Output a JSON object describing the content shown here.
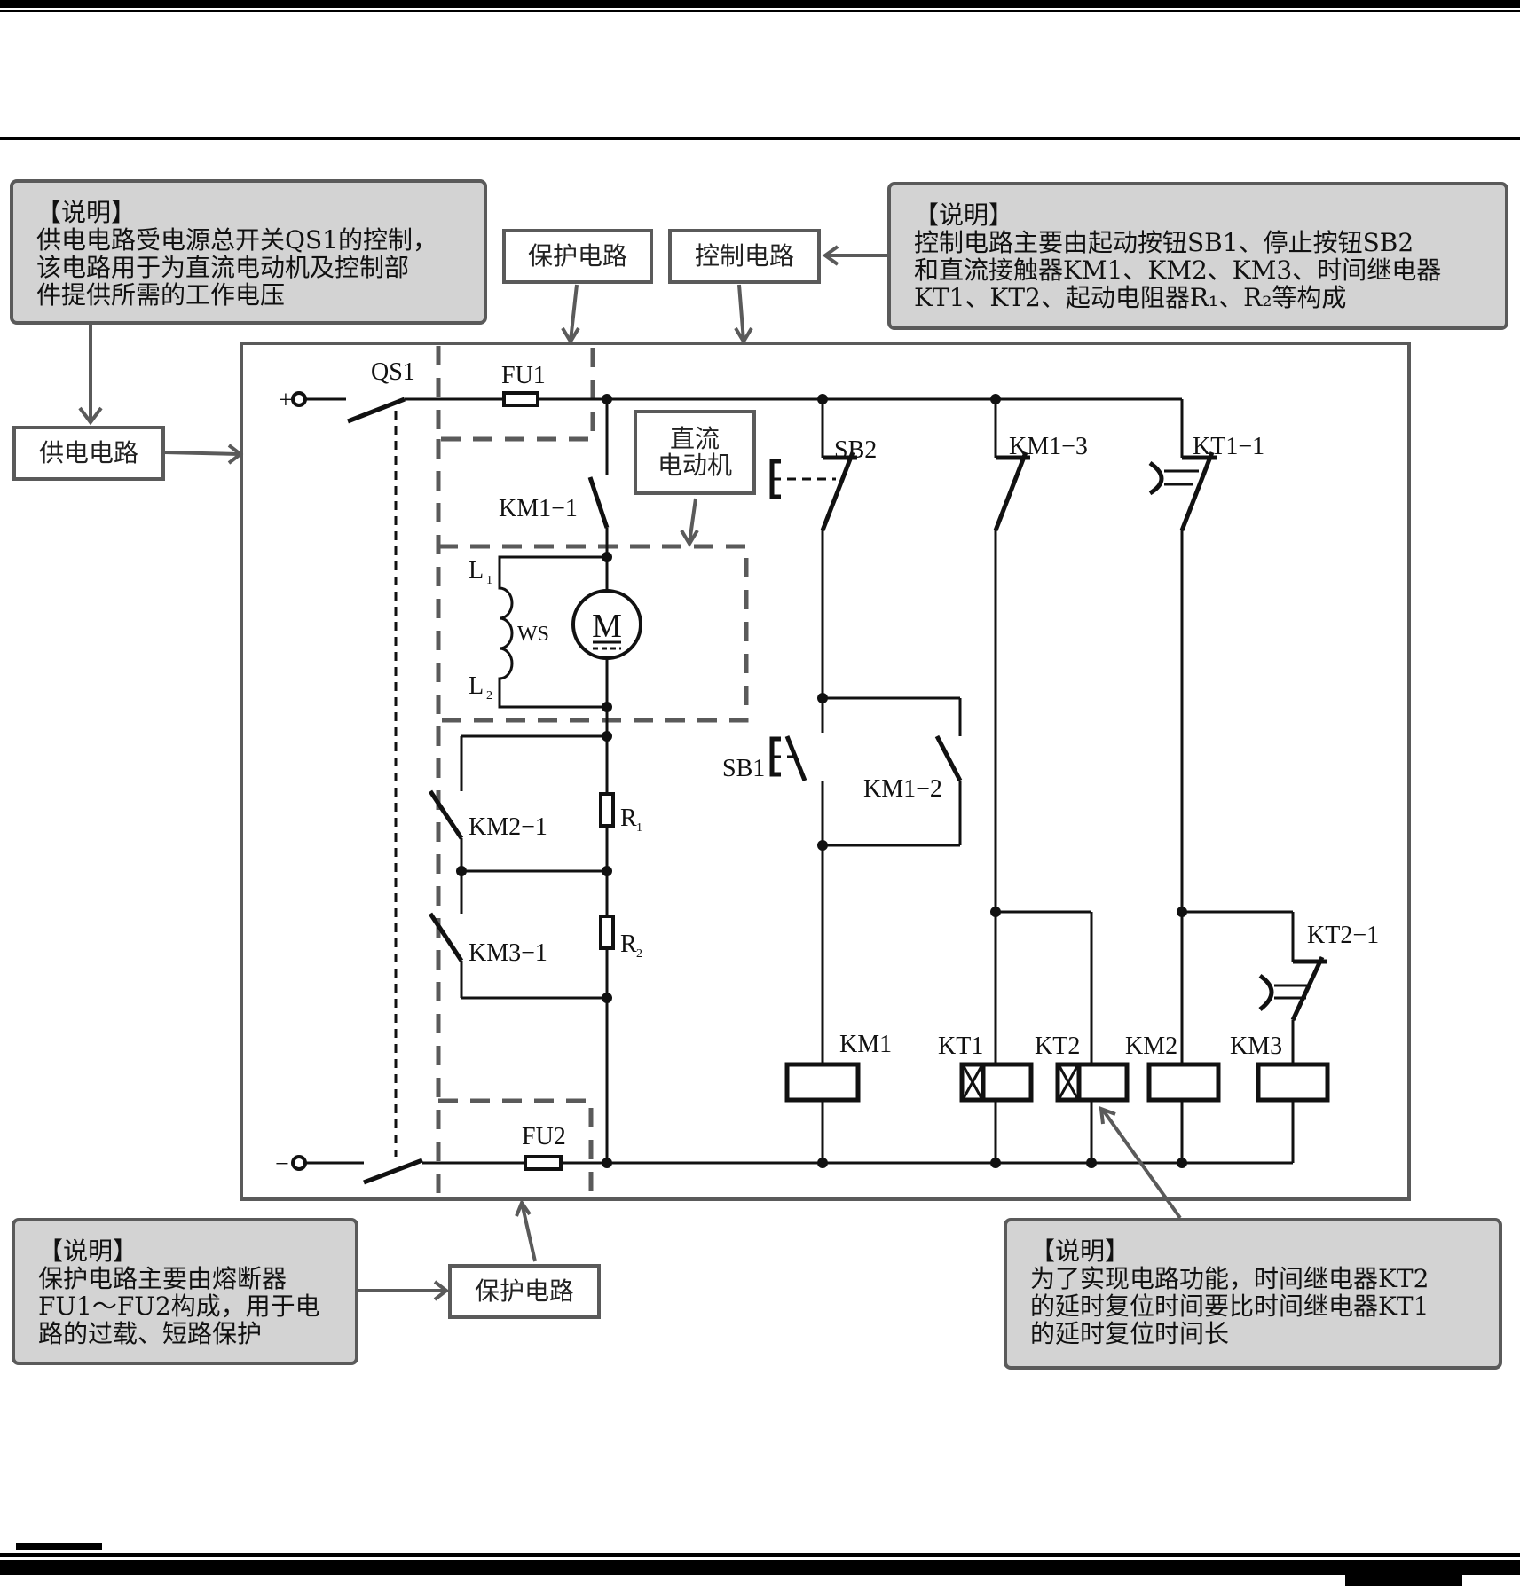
{
  "notes": {
    "supply": {
      "title": "【说明】",
      "lines": [
        "供电电路受电源总开关QS1的控制，",
        "该电路用于为直流电动机及控制部",
        "件提供所需的工作电压"
      ]
    },
    "control": {
      "title": "【说明】",
      "lines": [
        "控制电路主要由起动按钮SB1、停止按钮SB2",
        "和直流接触器KM1、KM2、KM3、时间继电器",
        "KT1、KT2、起动电阻器R₁、R₂等构成"
      ]
    },
    "protection": {
      "title": "【说明】",
      "lines": [
        "保护电路主要由熔断器",
        "FU1～FU2构成，用于电",
        "路的过载、短路保护"
      ]
    },
    "timer": {
      "title": "【说明】",
      "lines": [
        "为了实现电路功能，时间继电器KT2",
        "的延时复位时间要比时间继电器KT1",
        "的延时复位时间长"
      ]
    }
  },
  "tags": {
    "supply_circuit": "供电电路",
    "protection_circuit_top": "保护电路",
    "control_circuit": "控制电路",
    "dc_motor": [
      "直流",
      "电动机"
    ],
    "protection_circuit_bottom": "保护电路"
  },
  "components": {
    "plus_terminal": "+",
    "minus_terminal": "−",
    "qs1": "QS1",
    "fu1": "FU1",
    "fu2": "FU2",
    "km1_1": "KM1−1",
    "l1": "L",
    "l1_sub": "1",
    "l2": "L",
    "l2_sub": "2",
    "ws": "WS",
    "motor": "M",
    "km2_1": "KM2−1",
    "km3_1": "KM3−1",
    "r1": "R",
    "r1_sub": "1",
    "r2": "R",
    "r2_sub": "2",
    "sb2": "SB2",
    "sb1": "SB1",
    "km1_2": "KM1−2",
    "km1_3": "KM1−3",
    "kt1_1": "KT1−1",
    "kt2_1": "KT2−1",
    "coils": [
      "KM1",
      "KT1",
      "KT2",
      "KM2",
      "KM3"
    ]
  }
}
